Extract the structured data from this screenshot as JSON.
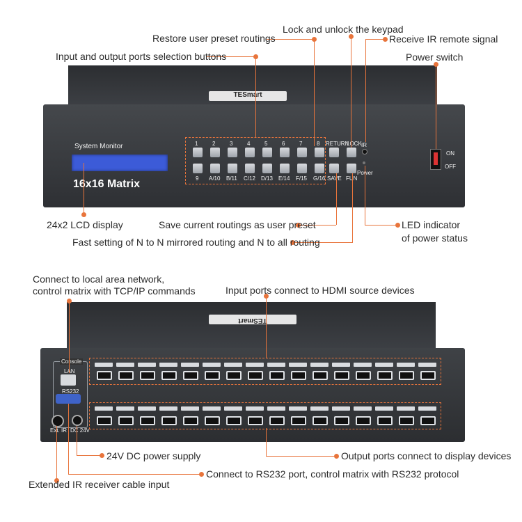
{
  "callouts": {
    "restore": "Restore user preset routings",
    "lock": "Lock and unlock the keypad",
    "ir": "Receive IR remote signal",
    "power_switch": "Power switch",
    "io_buttons": "Input and output ports selection buttons",
    "lcd": "24x2 LCD display",
    "save": "Save current routings as user preset",
    "led_line1": "LED indicator",
    "led_line2": "of power status",
    "fast": "Fast setting of N to N mirrored routing and N to all routing",
    "lan_line1": "Connect to local area network,",
    "lan_line2": "control matrix with TCP/IP commands",
    "inputs": "Input ports connect to HDMI source devices",
    "dc": "24V DC power supply",
    "outputs": "Output ports connect to display devices",
    "rs232": "Connect to RS232 port, control matrix with RS232 protocol",
    "ext_ir": "Extended IR receiver cable input"
  },
  "front": {
    "system_monitor": "System Monitor",
    "model": "16x16 Matrix",
    "brand": "TESmart",
    "top_numbers": [
      "1",
      "2",
      "3",
      "4",
      "5",
      "6",
      "7",
      "8"
    ],
    "bottom_numbers": [
      "9",
      "A/10",
      "B/11",
      "C/12",
      "D/13",
      "E/14",
      "F/15",
      "G/16"
    ],
    "return": "RETURN",
    "lock": "LOCK",
    "save": "SAVE",
    "fun": "FUN",
    "ir": "IR",
    "power": "Power",
    "on": "ON",
    "off": "OFF"
  },
  "rear": {
    "console": "Console",
    "lan": "LAN",
    "rs232": "RS232",
    "ext_ir": "Ext. IR",
    "dc": "DC 24V"
  },
  "colors": {
    "accent": "#e8743b",
    "lcd": "#3c5bd8",
    "chassis": "#35383c"
  }
}
